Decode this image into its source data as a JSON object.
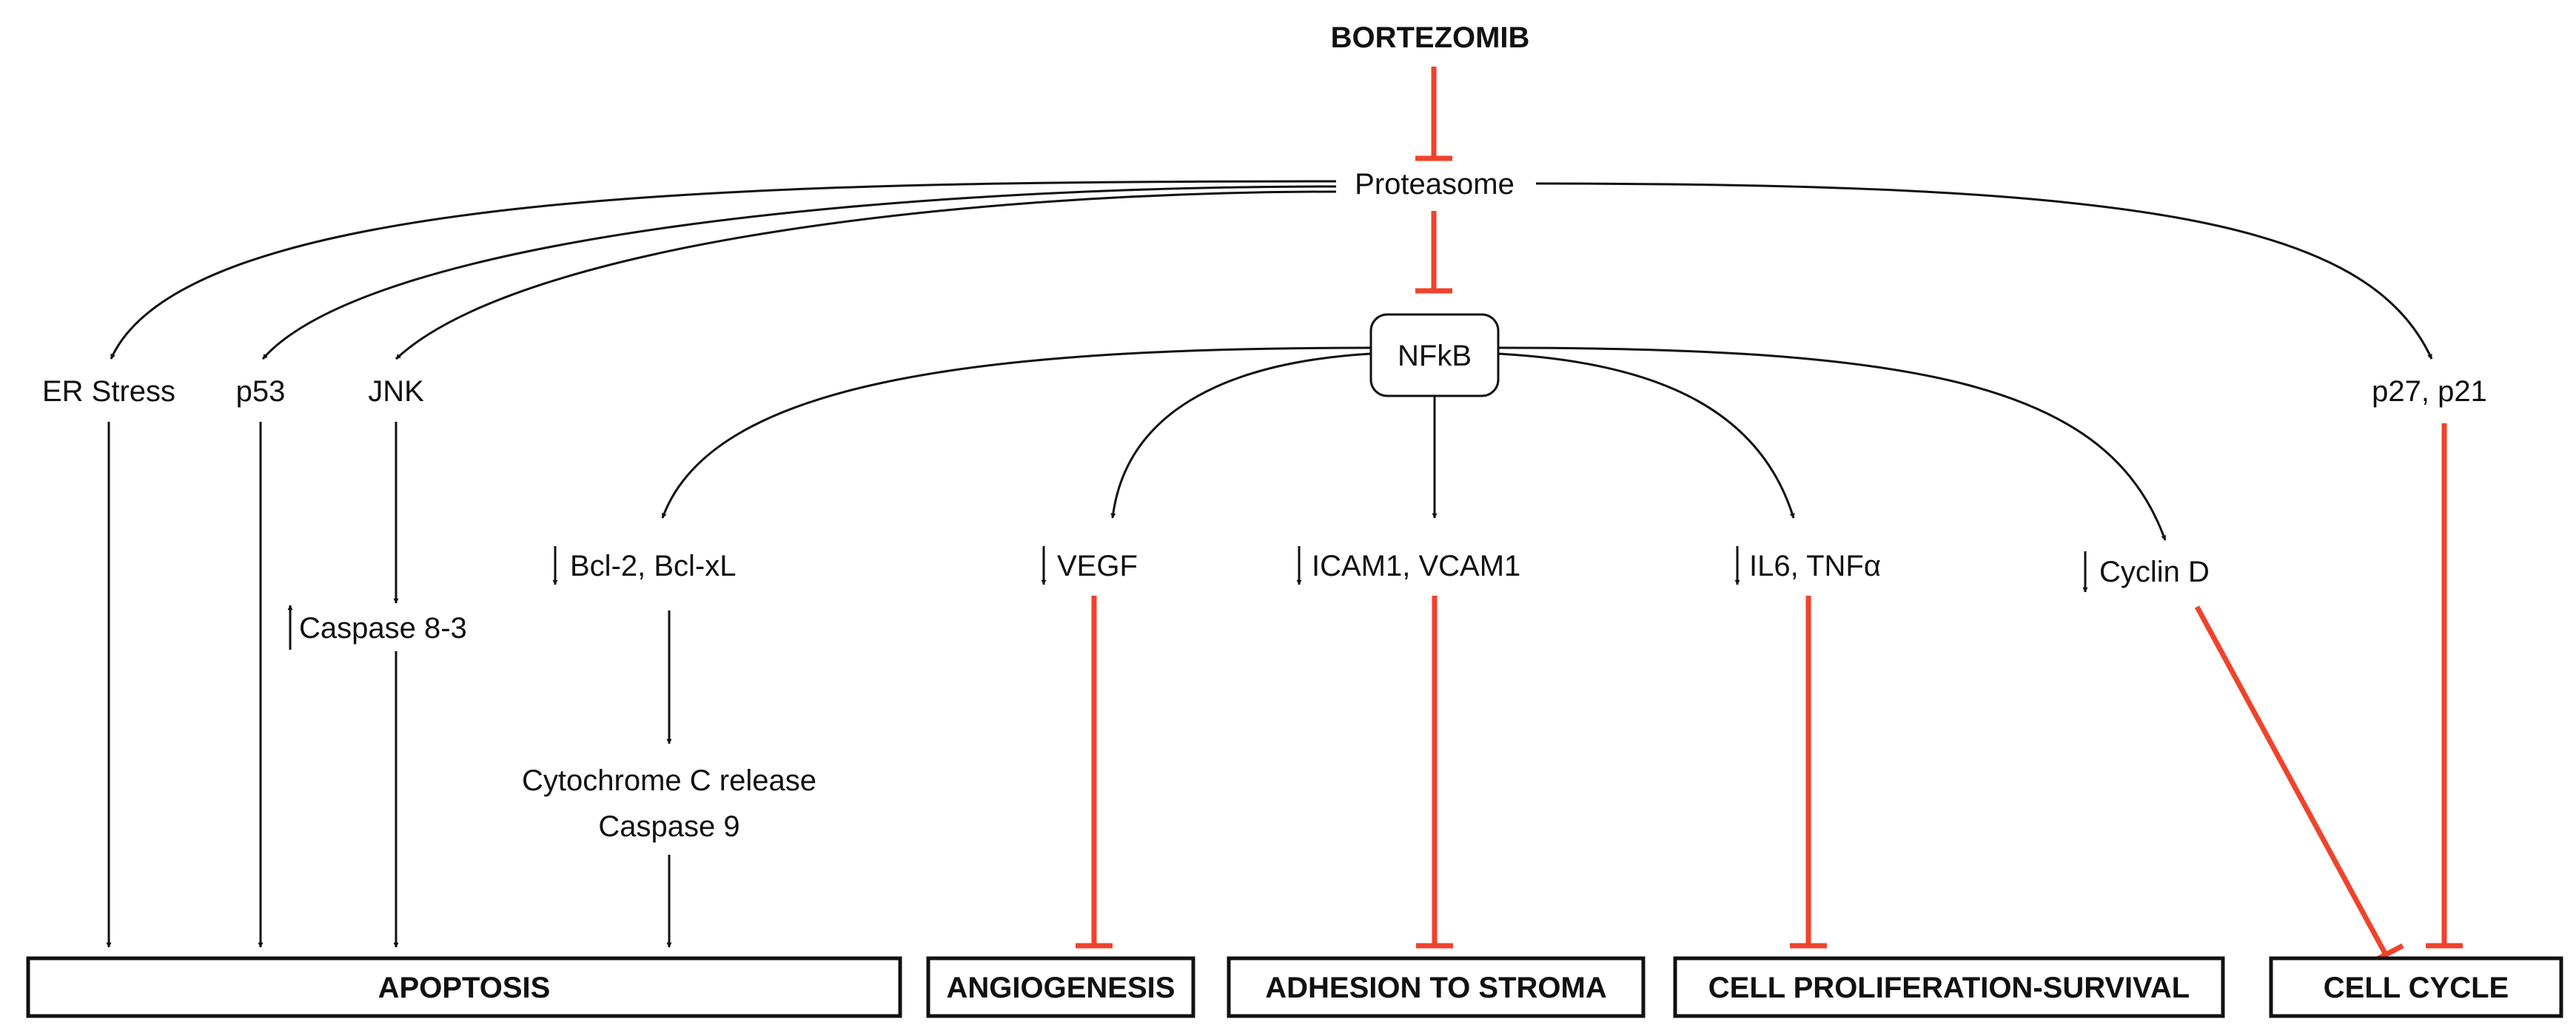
{
  "drug": "BORTEZOMIB",
  "proteasome": "Proteasome",
  "nfkb": "NFkB",
  "proteasome_targets": {
    "er_stress": "ER Stress",
    "p53": "p53",
    "jnk": "JNK",
    "p27_p21": "p27, p21"
  },
  "mediators": {
    "caspase83": "Caspase 8-3",
    "bcl": "Bcl-2, Bcl-xL",
    "cytochrome_line1": "Cytochrome C release",
    "cytochrome_line2": "Caspase 9",
    "vegf": "VEGF",
    "icam": "ICAM1, VCAM1",
    "il6": "IL6, TNFα",
    "cyclin": "Cyclin D"
  },
  "outcomes": {
    "apoptosis": "APOPTOSIS",
    "angiogenesis": "ANGIOGENESIS",
    "adhesion": "ADHESION TO STROMA",
    "proliferation": "CELL PROLIFERATION-SURVIVAL",
    "cell_cycle": "CELL CYCLE"
  },
  "colors": {
    "inhibition": "#f0432c",
    "activation": "#111111"
  }
}
